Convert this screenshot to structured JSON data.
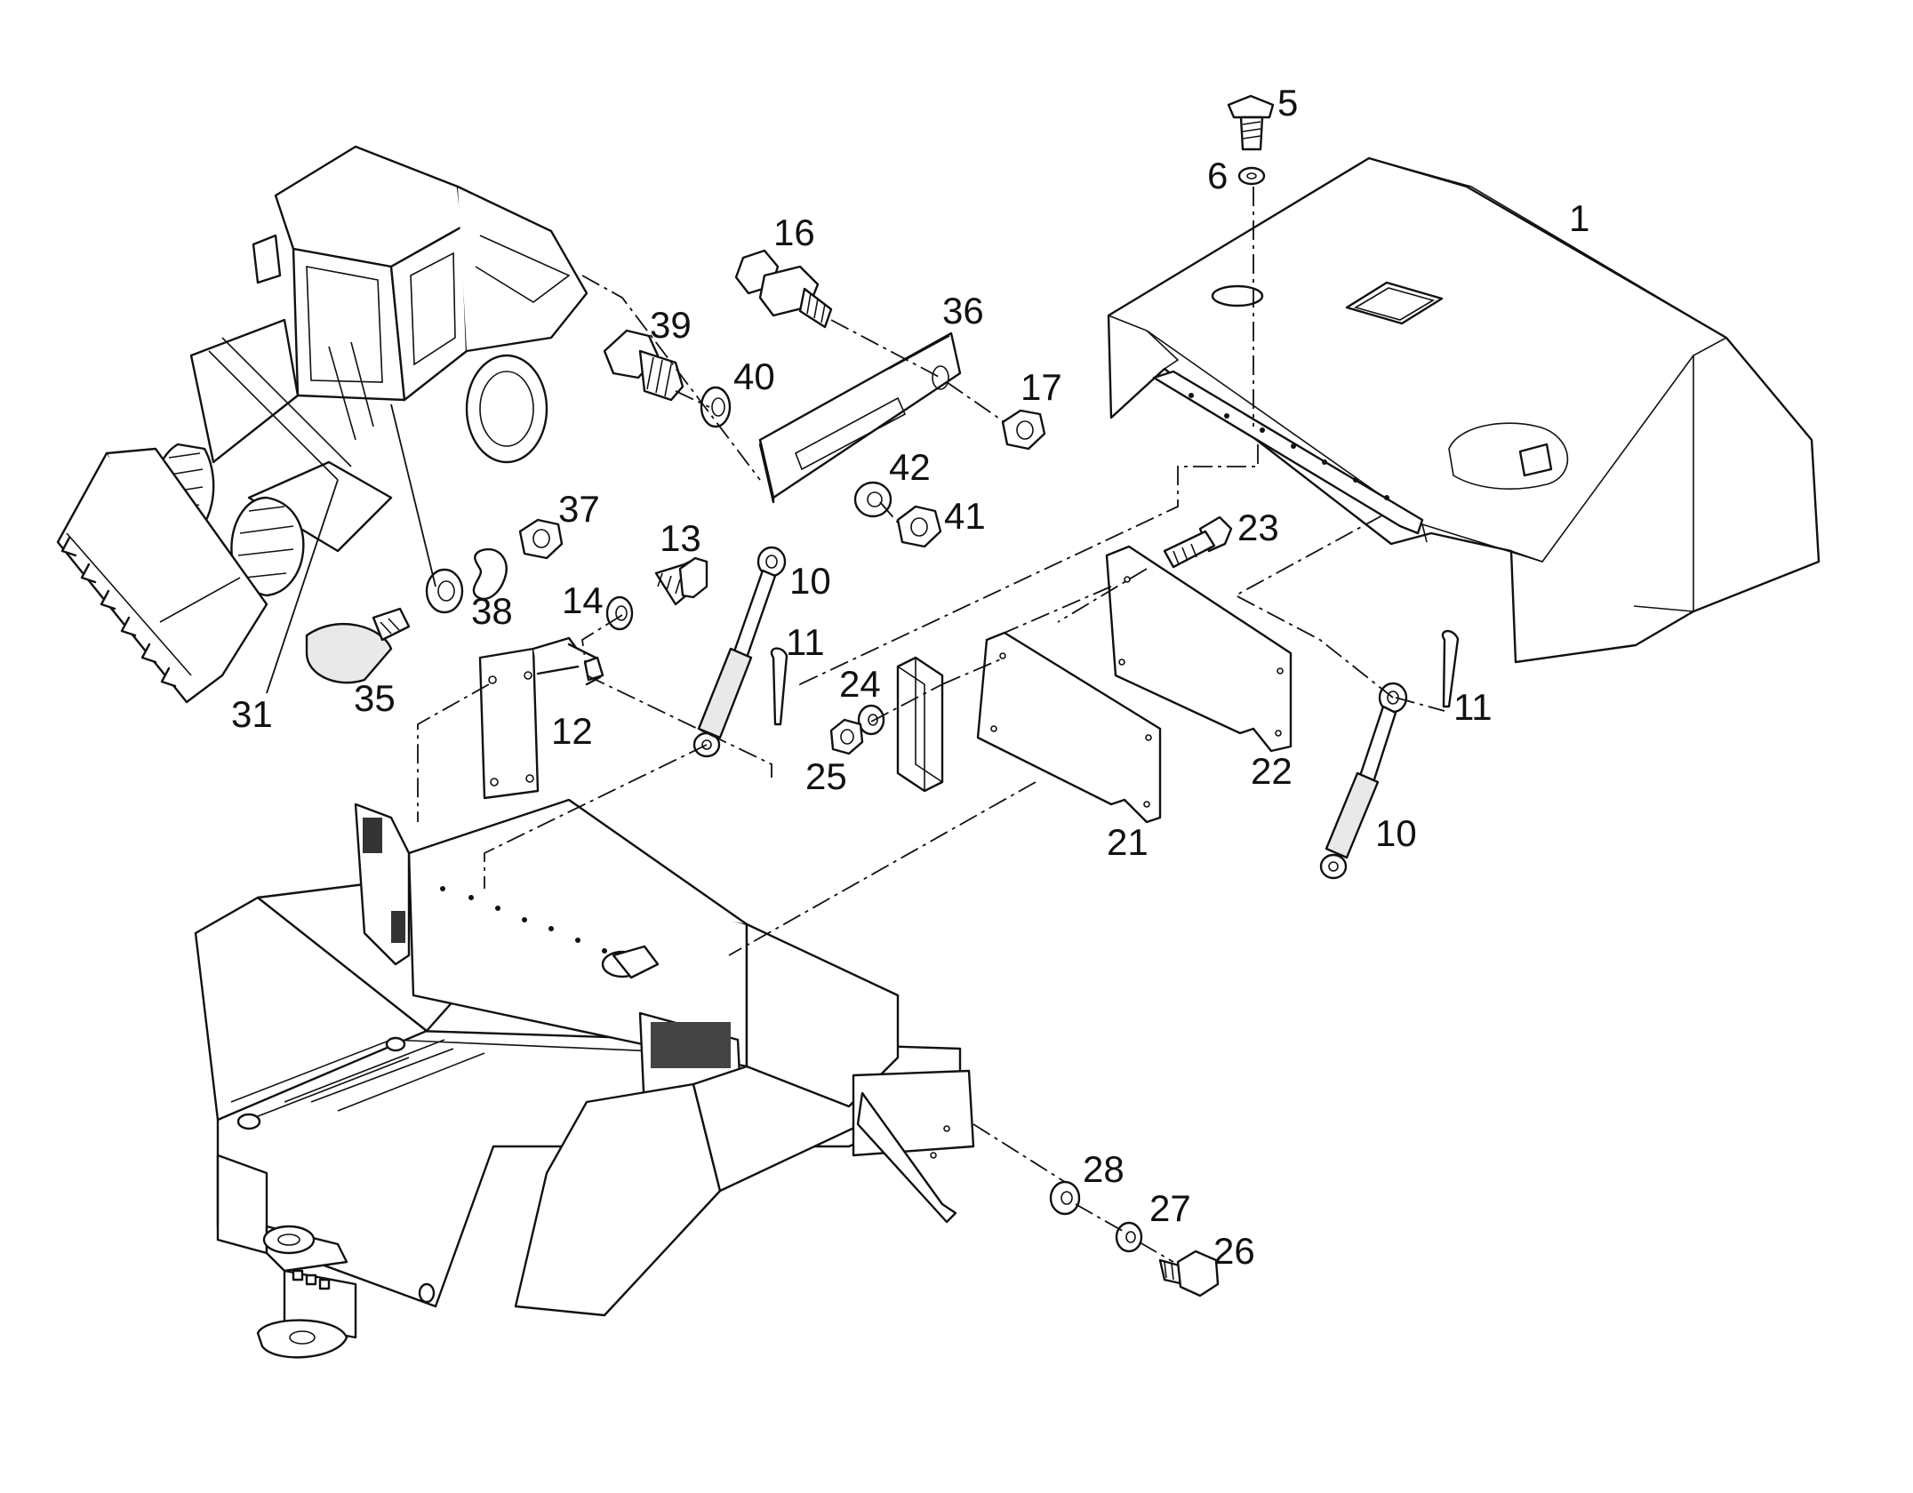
{
  "diagram": {
    "callouts": [
      {
        "id": "c1",
        "text": "1"
      },
      {
        "id": "c5",
        "text": "5"
      },
      {
        "id": "c6",
        "text": "6"
      },
      {
        "id": "c16",
        "text": "16"
      },
      {
        "id": "c36",
        "text": "36"
      },
      {
        "id": "c39",
        "text": "39"
      },
      {
        "id": "c40",
        "text": "40"
      },
      {
        "id": "c17",
        "text": "17"
      },
      {
        "id": "c42",
        "text": "42"
      },
      {
        "id": "c41",
        "text": "41"
      },
      {
        "id": "c37",
        "text": "37"
      },
      {
        "id": "c13",
        "text": "13"
      },
      {
        "id": "c10a",
        "text": "10"
      },
      {
        "id": "c14",
        "text": "14"
      },
      {
        "id": "c38",
        "text": "38"
      },
      {
        "id": "c11a",
        "text": "11"
      },
      {
        "id": "c23",
        "text": "23"
      },
      {
        "id": "c24",
        "text": "24"
      },
      {
        "id": "c25",
        "text": "25"
      },
      {
        "id": "c12",
        "text": "12"
      },
      {
        "id": "c35",
        "text": "35"
      },
      {
        "id": "c31",
        "text": "31"
      },
      {
        "id": "c22",
        "text": "22"
      },
      {
        "id": "c21",
        "text": "21"
      },
      {
        "id": "c11b",
        "text": "11"
      },
      {
        "id": "c10b",
        "text": "10"
      },
      {
        "id": "c28",
        "text": "28"
      },
      {
        "id": "c27",
        "text": "27"
      },
      {
        "id": "c26",
        "text": "26"
      }
    ]
  }
}
